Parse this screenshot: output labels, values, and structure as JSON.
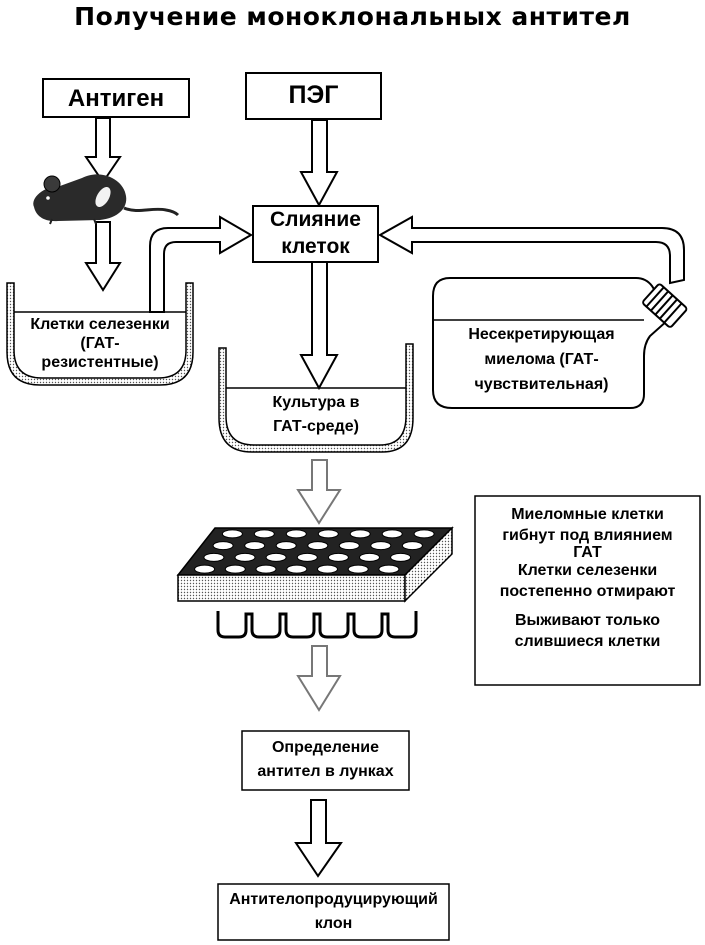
{
  "title": "Получение моноклональных антител",
  "boxes": {
    "antigen": "Антиген",
    "peg": "ПЭГ",
    "fusion_line1": "Слияние",
    "fusion_line2": "клеток",
    "detection_line1": "Определение",
    "detection_line2": "антител в лунках",
    "clone_line1": "Антителопродуцирующий",
    "clone_line2": "клон"
  },
  "containers": {
    "spleen_line1": "Клетки селезенки",
    "spleen_line2": "(ГАТ-",
    "spleen_line3": "резистентные)",
    "culture_line1": "Культура в",
    "culture_line2": "ГАТ-среде)",
    "myeloma_line1": "Несекретирующая",
    "myeloma_line2": "миелома (ГАТ-",
    "myeloma_line3": "чувствительная)"
  },
  "info_box": {
    "line1": "Миеломные клетки",
    "line2": "гибнут под влиянием",
    "line3": "ГАТ",
    "line4": "Клетки селезенки",
    "line5": "постепенно отмирают",
    "line6": "Выживают только",
    "line7": "слившиеся клетки"
  }
}
